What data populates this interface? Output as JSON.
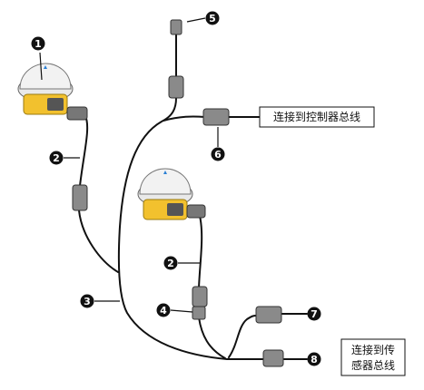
{
  "markers": {
    "m1": "1",
    "m2a": "2",
    "m2b": "2",
    "m3": "3",
    "m4": "4",
    "m5": "5",
    "m6": "6",
    "m7": "7",
    "m8": "8"
  },
  "labels": {
    "controller_bus": "连接到控制器总线",
    "sensor_bus_line1": "连接到传",
    "sensor_bus_line2": "感器总线"
  },
  "colors": {
    "cable": "#111111",
    "receiver_body": "#f2c12e",
    "receiver_dome": "#e9e9e9",
    "marker": "#111111"
  }
}
